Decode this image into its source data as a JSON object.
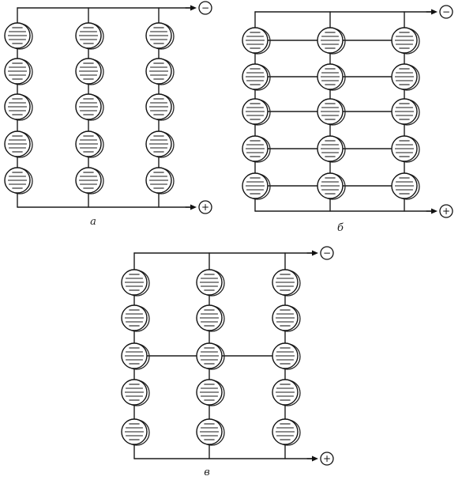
{
  "panels": [
    {
      "id": "a",
      "label": "а",
      "columns": 3,
      "rows": 5,
      "cross_links": "none",
      "top_terminal": "−",
      "bottom_terminal": "+"
    },
    {
      "id": "b",
      "label": "б",
      "columns": 3,
      "rows": 5,
      "cross_links": "every row",
      "top_terminal": "−",
      "bottom_terminal": "+"
    },
    {
      "id": "v",
      "label": "в",
      "columns": 3,
      "rows": 5,
      "cross_links": "middle row",
      "top_terminal": "−",
      "bottom_terminal": "+"
    }
  ]
}
